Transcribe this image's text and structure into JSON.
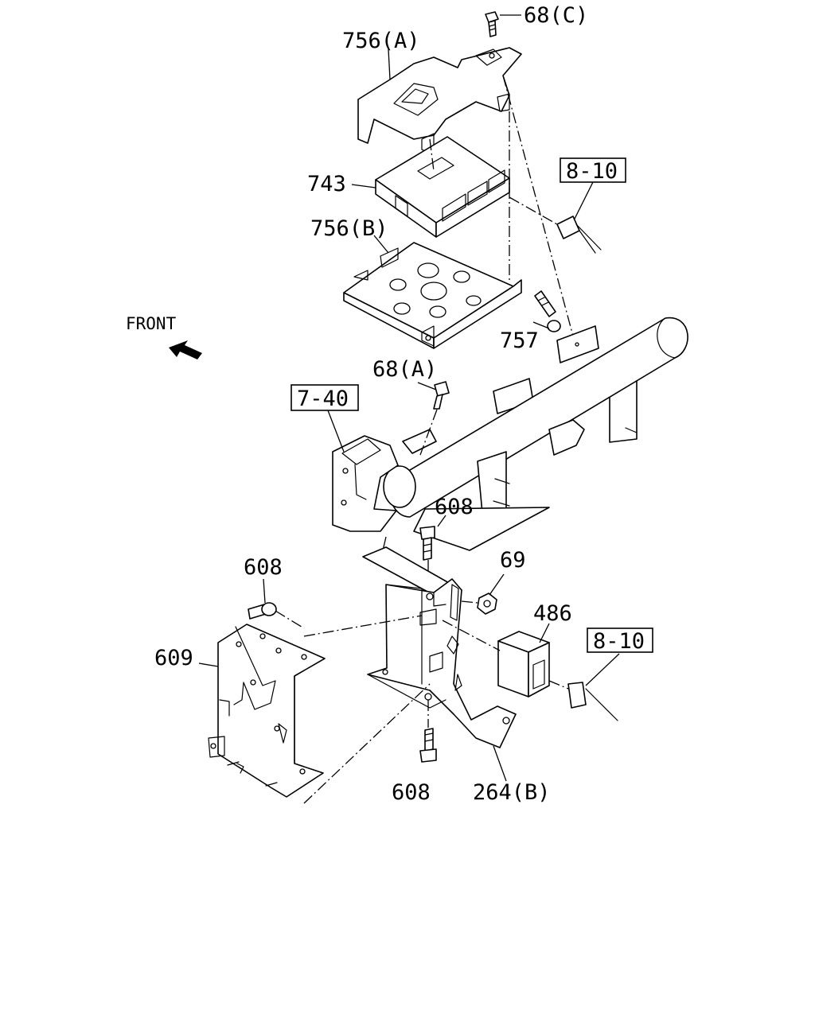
{
  "diagram": {
    "direction_label": "FRONT",
    "labels": {
      "p68c": "68(C)",
      "p756a": "756(A)",
      "p743": "743",
      "p756b": "756(B)",
      "p757": "757",
      "p68a": "68(A)",
      "p608_top": "608",
      "p608_left": "608",
      "p608_bottom": "608",
      "p609": "609",
      "p69": "69",
      "p486": "486",
      "p264b": "264(B)"
    },
    "references": {
      "ref_8_10_top": "8-10",
      "ref_7_40": "7-40",
      "ref_8_10_right": "8-10"
    }
  }
}
